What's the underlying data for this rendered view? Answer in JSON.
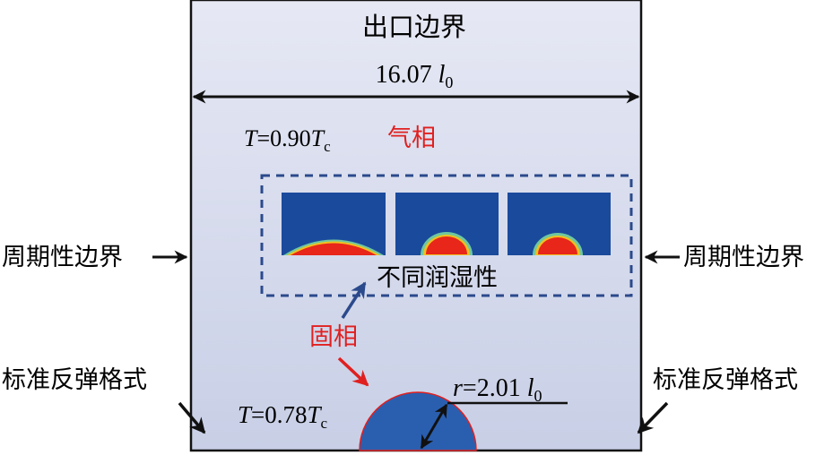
{
  "top_label": "出口边界",
  "width_label": {
    "value": "16.07 ",
    "unit": "l",
    "sub": "0"
  },
  "gas": {
    "temp_prefix": "T",
    "temp_value": "=0.90",
    "temp_T": "T",
    "temp_sub": "c",
    "label": "气相"
  },
  "inset_label": "不同润湿性",
  "solid": {
    "label": "固相",
    "temp_prefix": "T",
    "temp_value": "=0.78",
    "temp_T": "T",
    "temp_sub": "c",
    "radius_prefix": "r",
    "radius_value": "=2.01 ",
    "radius_unit": "l",
    "radius_sub": "0"
  },
  "left": {
    "periodic": "周期性边界",
    "bounce": "标准反弹格式"
  },
  "right": {
    "periodic": "周期性边界",
    "bounce": "标准反弹格式"
  },
  "colors": {
    "gas_red": "#e02020",
    "liquid_blue": "#2a5fb0",
    "panel_blue": "#1a4a9c",
    "drop_red": "#e8261a",
    "dash": "#2b4a8c"
  }
}
